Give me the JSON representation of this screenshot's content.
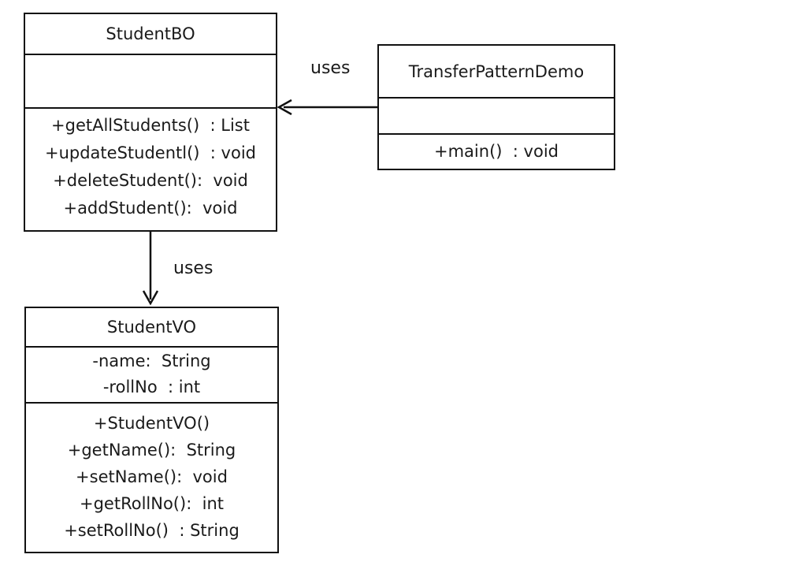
{
  "classes": {
    "student_bo": {
      "name": "StudentBO",
      "attributes": [],
      "methods": [
        "+getAllStudents()  : List",
        "+updateStudentl()  : void",
        "+deleteStudent():  void",
        "+addStudent():  void"
      ]
    },
    "transfer_pattern_demo": {
      "name": "TransferPatternDemo",
      "attributes": [],
      "methods": [
        "+main()  : void"
      ]
    },
    "student_vo": {
      "name": "StudentVO",
      "attributes": [
        "-name:  String",
        "-rollNo  : int"
      ],
      "methods": [
        "+StudentVO()",
        "+getName():  String",
        "+setName():  void",
        "+getRollNo():  int",
        "+setRollNo()  : String"
      ]
    }
  },
  "relations": [
    {
      "from": "TransferPatternDemo",
      "to": "StudentBO",
      "label": "uses"
    },
    {
      "from": "StudentBO",
      "to": "StudentVO",
      "label": "uses"
    }
  ]
}
